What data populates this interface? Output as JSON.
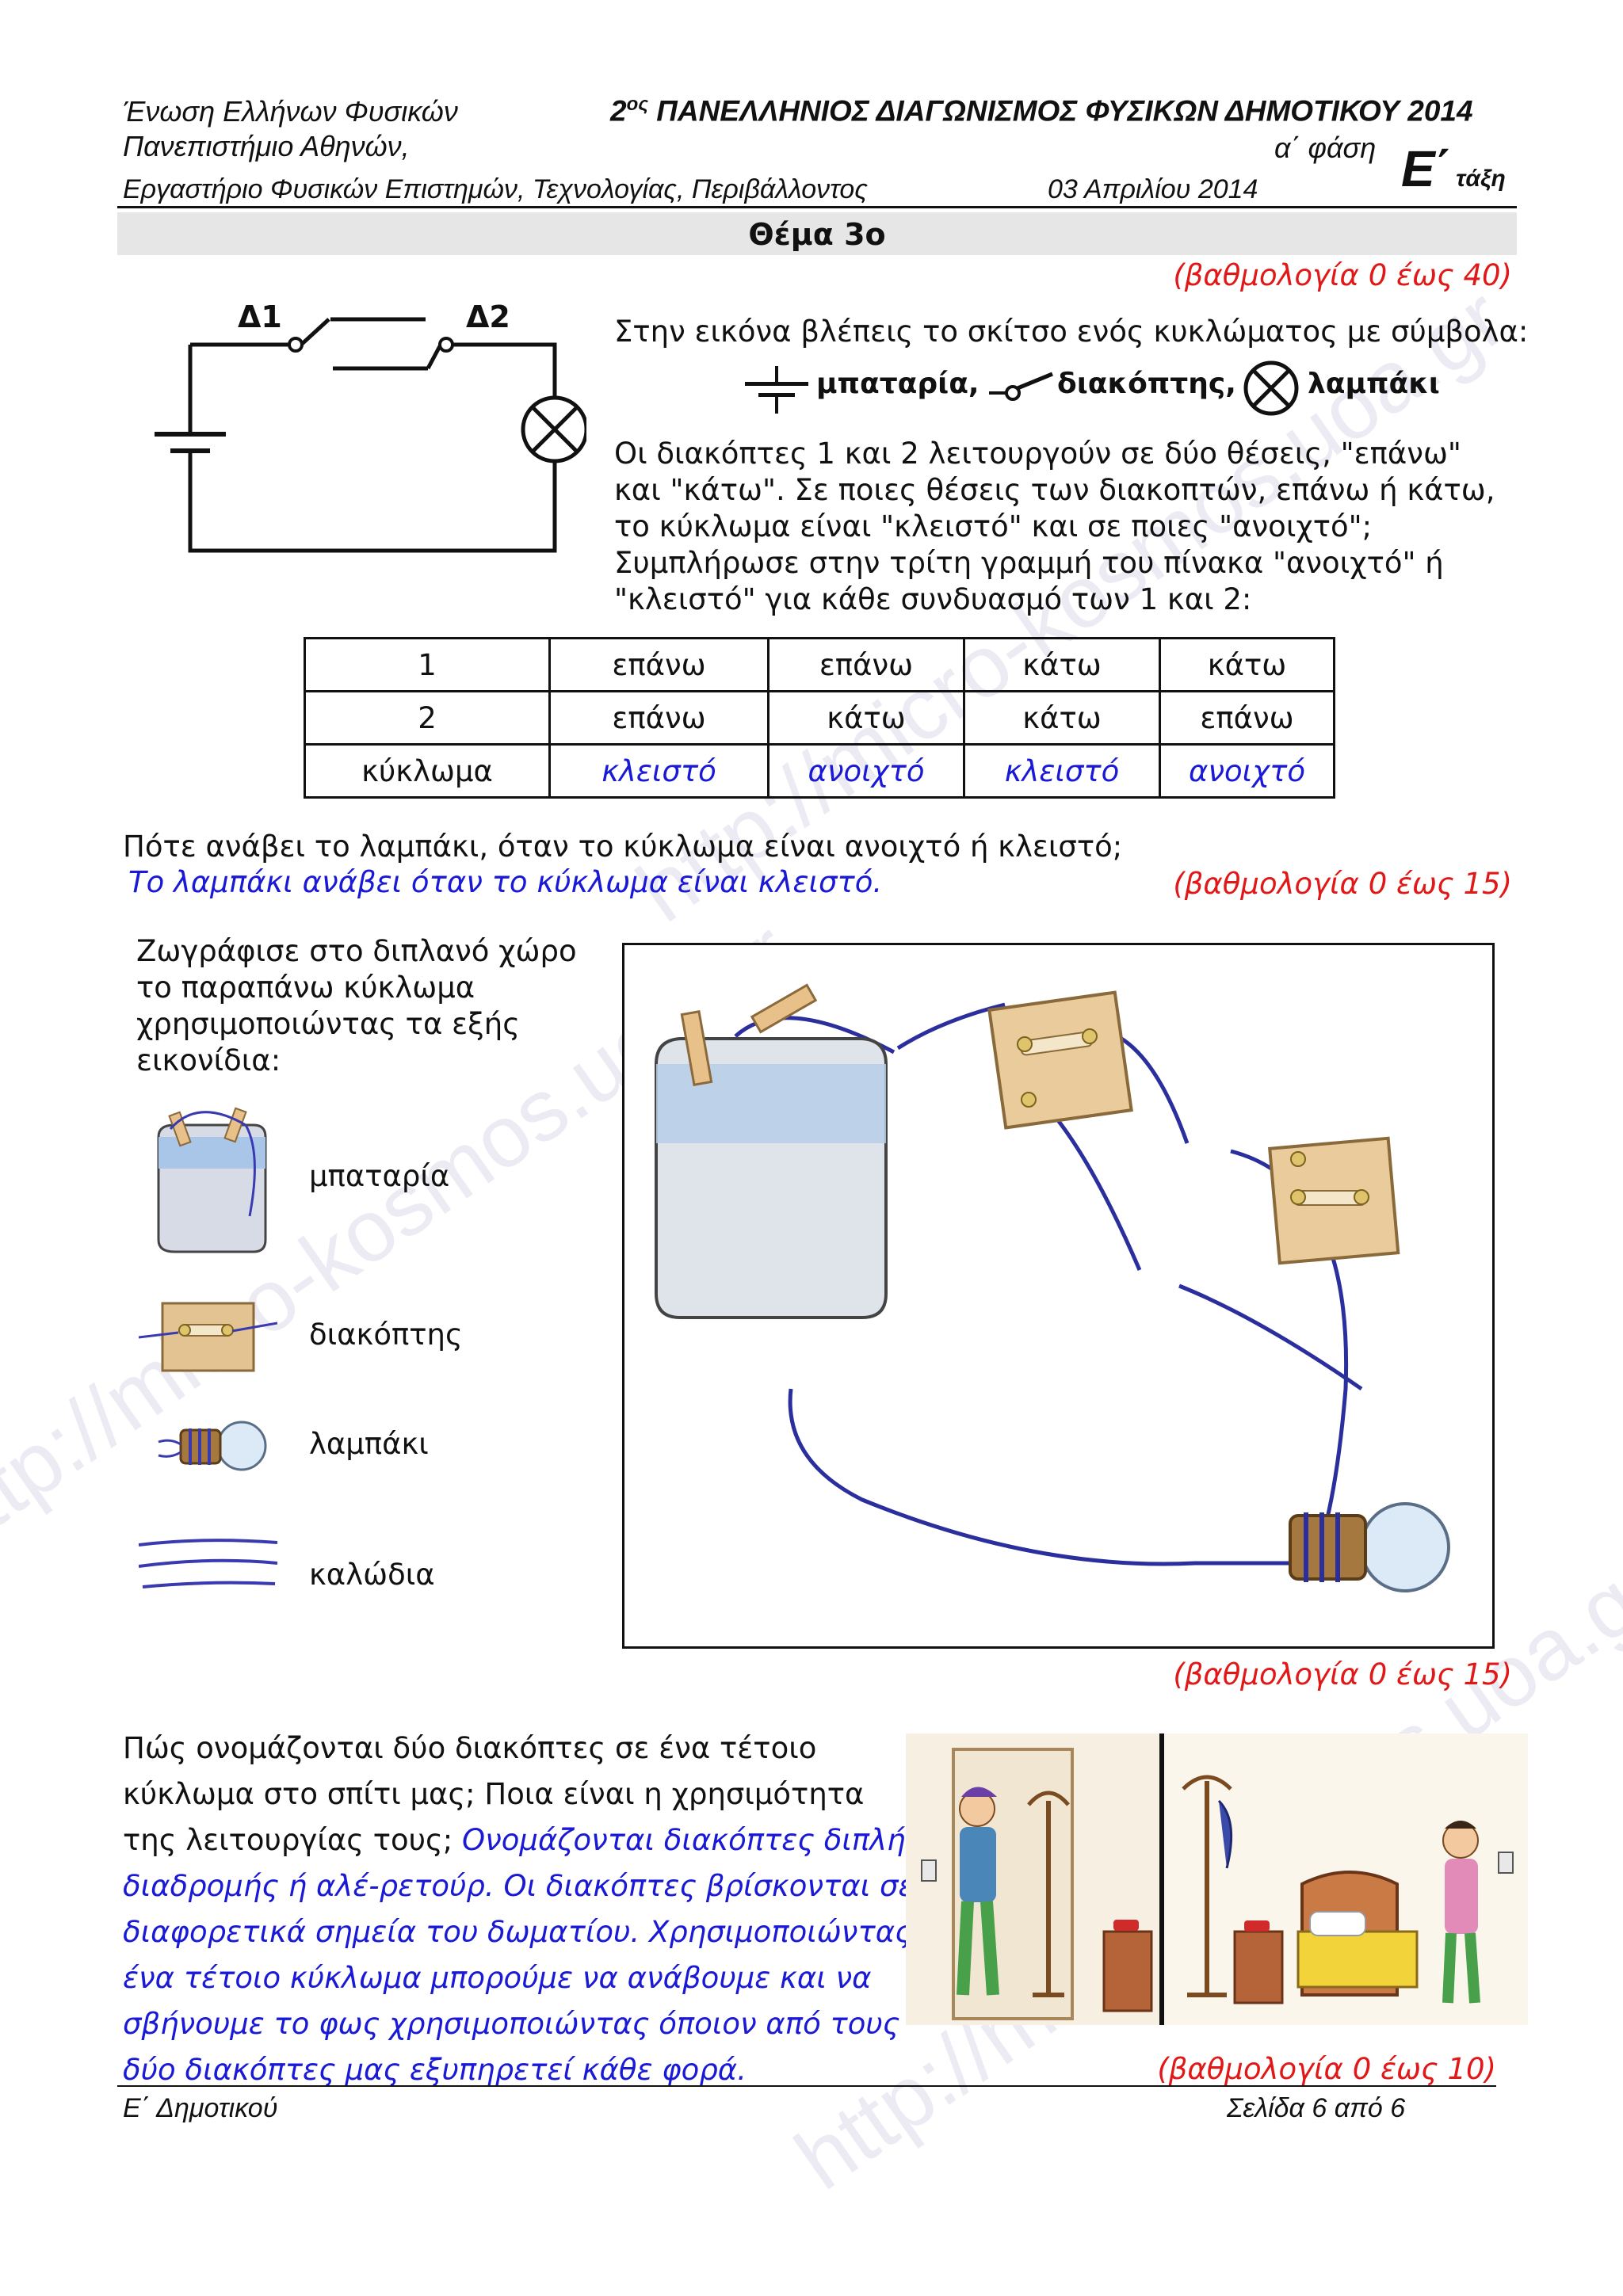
{
  "header": {
    "org_line1": "Ένωση Ελλήνων Φυσικών",
    "org_line2": "Πανεπιστήμιο Αθηνών,",
    "org_line3": "Εργαστήριο Φυσικών Επιστημών, Τεχνολογίας, Περιβάλλοντος",
    "contest_number": "2",
    "contest_sup": "ος",
    "contest_title": "ΠΑΝΕΛΛΗΝΙΟΣ ΔΙΑΓΩΝΙΣΜΟΣ ΦΥΣΙΚΩΝ ΔΗΜΟΤΙΚΟΥ 2014",
    "phase": "α΄ φάση",
    "date": "03 Απριλίου 2014",
    "grade_letter": "Ε΄",
    "grade_word": "τάξη"
  },
  "topic": {
    "title": "Θέμα 3ο",
    "score1": "(βαθμολογία 0 έως 40)"
  },
  "circuit_sketch": {
    "label_d1": "Δ1",
    "label_d2": "Δ2"
  },
  "intro": {
    "line1": "Στην εικόνα βλέπεις το σκίτσο ενός κυκλώματος με σύμβολα:",
    "sym_battery": "μπαταρία,",
    "sym_switch": "διακόπτης,",
    "sym_lamp": "λαμπάκι",
    "p1": "Οι διακόπτες   1 και   2 λειτουργούν σε δύο θέσεις, \"επάνω\"",
    "p2": "και \"κάτω\". Σε ποιες θέσεις των διακοπτών, επάνω ή κάτω,",
    "p3": "το κύκλωμα είναι \"κλειστό\" και σε ποιες \"ανοιχτό\";",
    "p4": "Συμπλήρωσε στην τρίτη γραμμή του πίνακα \"ανοιχτό\" ή",
    "p5": "\"κλειστό\" για κάθε συνδυασμό των     1 και  2:"
  },
  "table": {
    "rows": [
      {
        "head": "1",
        "cells": [
          "επάνω",
          "επάνω",
          "κάτω",
          "κάτω"
        ]
      },
      {
        "head": "2",
        "cells": [
          "επάνω",
          "κάτω",
          "κάτω",
          "επάνω"
        ]
      },
      {
        "head": "κύκλωμα",
        "cells": [
          "κλειστό",
          "ανοιχτό",
          "κλειστό",
          "ανοιχτό"
        ]
      }
    ]
  },
  "q2": {
    "question": "Πότε ανάβει το λαμπάκι, όταν το κύκλωμα είναι ανοιχτό ή κλειστό;",
    "answer": "Το λαμπάκι ανάβει όταν το κύκλωμα είναι κλειστό.",
    "score": "(βαθμολογία 0 έως 15)"
  },
  "q3": {
    "l1": "Ζωγράφισε στο διπλανό χώρο",
    "l2": "το παραπάνω κύκλωμα",
    "l3": "χρησιμοποιώντας τα εξής",
    "l4": "εικονίδια:",
    "legend": [
      "μπαταρία",
      "διακόπτης",
      "λαμπάκι",
      "καλώδια"
    ],
    "score": "(βαθμολογία 0 έως 15)"
  },
  "q4": {
    "q1": "Πώς ονομάζονται δύο διακόπτες σε ένα τέτοιο",
    "q2": "κύκλωμα στο σπίτι μας; Ποια είναι η χρησιμότητα",
    "q3": "της λειτουργίας τους;",
    "a1": "Ονομάζονται διακόπτες διπλής",
    "a2": "διαδρομής ή αλέ-ρετούρ. Οι διακόπτες βρίσκονται σε",
    "a3": "διαφορετικά σημεία του δωματίου.  Χρησιμοποιώντας",
    "a4": "ένα τέτοιο κύκλωμα μπορούμε να ανάβουμε και να",
    "a5": "σβήνουμε το φως χρησιμοποιώντας όποιον από τους",
    "a6": "δύο διακόπτες μας εξυπηρετεί κάθε φορά.",
    "score": "(βαθμολογία 0 έως 10)"
  },
  "footer": {
    "left": "Ε΄ Δημοτικού",
    "right": "Σελίδα 6 από 6"
  },
  "watermark": "http://micro-kosmos.uoa.gr",
  "colors": {
    "answer": "#1a1ad6",
    "score": "#e01818",
    "wire": "#2b2f9e"
  }
}
